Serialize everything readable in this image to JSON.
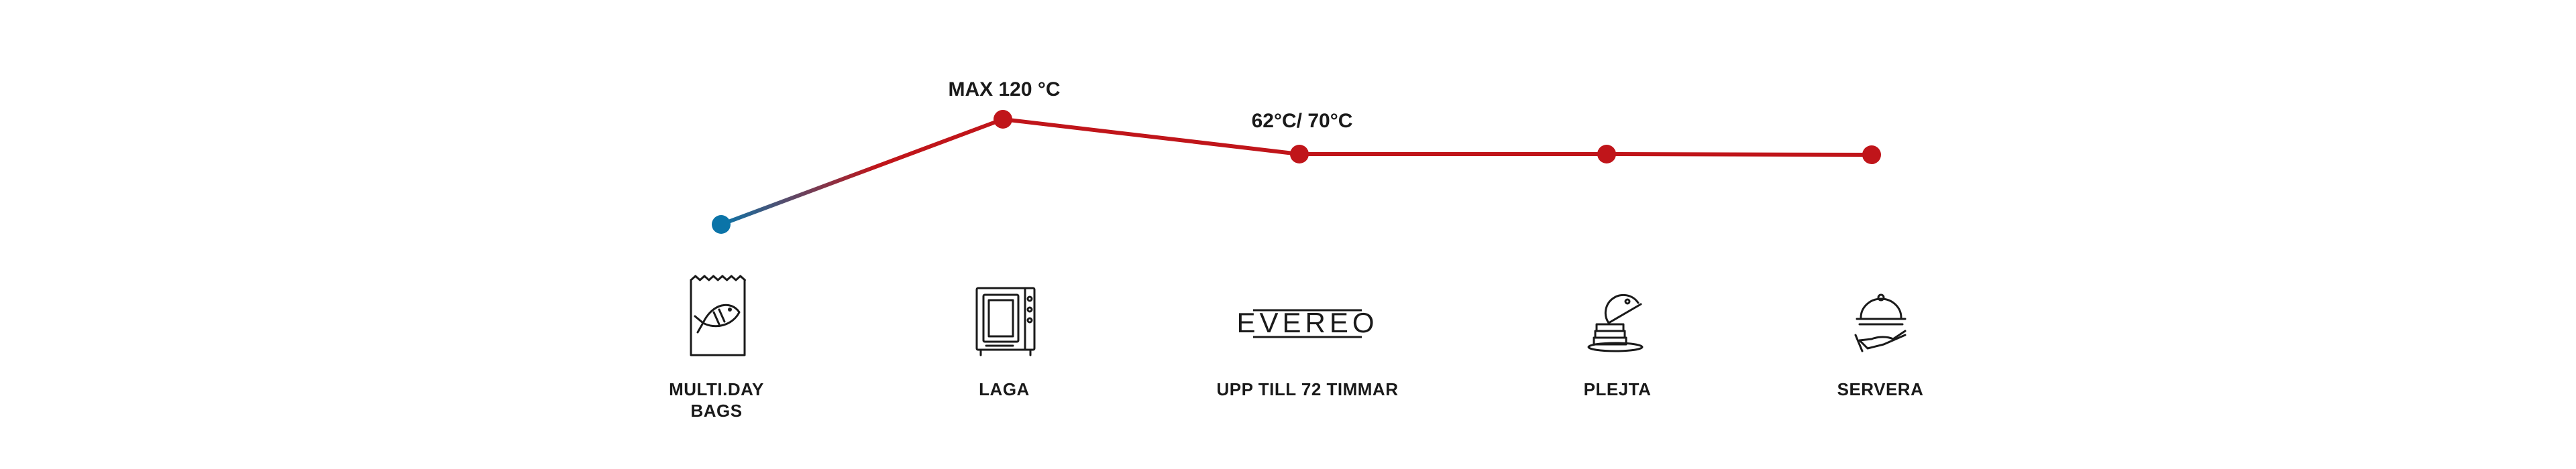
{
  "colors": {
    "hot": "#c0151a",
    "cold": "#0b74a8",
    "text": "#1a1a1a"
  },
  "annotations": {
    "max_temp": "MAX 120 °C",
    "hold_temp": "62°C/ 70°C"
  },
  "steps": [
    {
      "label_line1": "MULTI.DAY",
      "label_line2": "BAGS",
      "icon": "fish-bag-icon"
    },
    {
      "label_line1": "LAGA",
      "label_line2": "",
      "icon": "combi-oven-icon"
    },
    {
      "label_line1": "UPP TILL 72 TIMMAR",
      "label_line2": "",
      "icon": "evereo-logo"
    },
    {
      "label_line1": "PLEJTA",
      "label_line2": "",
      "icon": "plated-dish-cloche-icon"
    },
    {
      "label_line1": "SERVERA",
      "label_line2": "",
      "icon": "serving-hand-cloche-icon"
    }
  ],
  "logo_text": "EVEREO"
}
